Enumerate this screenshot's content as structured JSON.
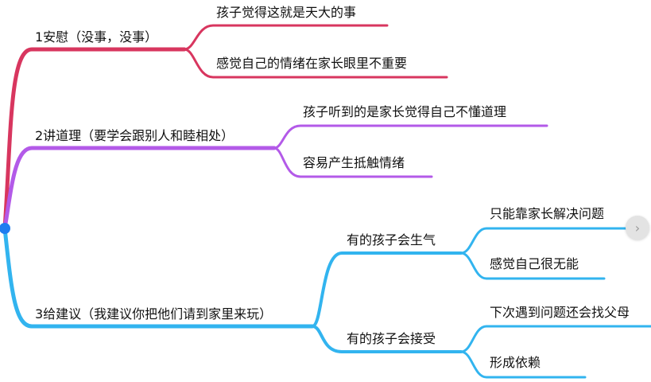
{
  "colors": {
    "branch1": "#d8365f",
    "branch2": "#b35ae8",
    "branch3": "#32b4ef",
    "root": "#1f7df0"
  },
  "branches": [
    {
      "label": "1安慰（没事，没事）",
      "children": [
        {
          "label": "孩子觉得这就是天大的事"
        },
        {
          "label": "感觉自己的情绪在家长眼里不重要"
        }
      ]
    },
    {
      "label": "2讲道理（要学会跟别人和睦相处）",
      "children": [
        {
          "label": "孩子听到的是家长觉得自己不懂道理"
        },
        {
          "label": "容易产生抵触情绪"
        }
      ]
    },
    {
      "label": "3给建议（我建议你把他们请到家里来玩）",
      "children": [
        {
          "label": "有的孩子会生气",
          "children": [
            {
              "label": "只能靠家长解决问题"
            },
            {
              "label": "感觉自己很无能"
            }
          ]
        },
        {
          "label": "有的孩子会接受",
          "children": [
            {
              "label": "下次遇到问题还会找父母"
            },
            {
              "label": "形成依赖"
            }
          ]
        }
      ]
    }
  ],
  "nav": {
    "icon": "chevron-right-icon",
    "glyph": "›"
  }
}
